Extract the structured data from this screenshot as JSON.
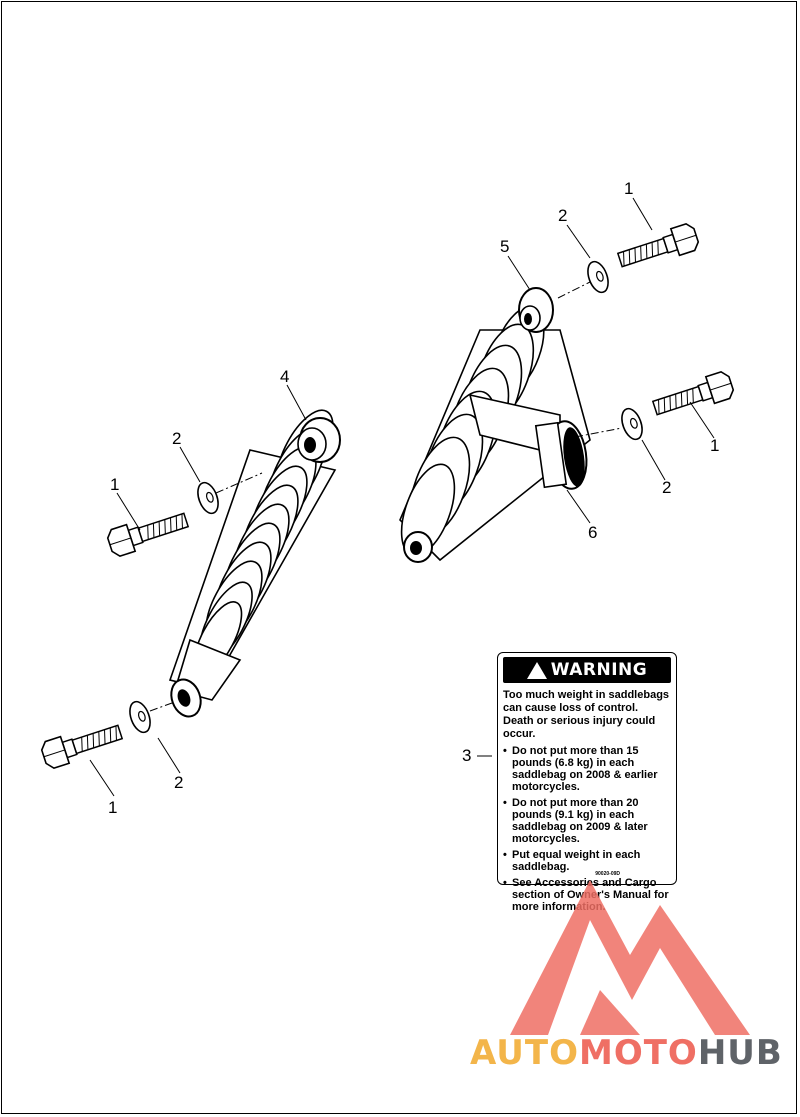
{
  "callouts": {
    "bolt_top_right": "1",
    "washer_top_right": "2",
    "bushing_right": "5",
    "spacer_left": "4",
    "washer_left_upper": "2",
    "bolt_left_upper": "1",
    "bolt_right_lower": "1",
    "washer_right_lower": "2",
    "adjuster_knob": "6",
    "bolt_left_lower": "1",
    "washer_left_lower": "2",
    "warning_label": "3"
  },
  "warning_label": {
    "heading": "WARNING",
    "intro": "Too much weight in saddlebags can cause loss of control.  Death or serious injury could occur.",
    "bullets": [
      "Do not put more than 15 pounds (6.8 kg) in each saddlebag on 2008 & earlier motorcycles.",
      "Do not put more than 20 pounds (9.1 kg) in each saddlebag on 2009 & later motorcycles.",
      "Put equal weight in each saddlebag.",
      "See Accessories and Cargo section of Owner's Manual for more information."
    ],
    "part_code": "90020-09D"
  },
  "watermark": {
    "brand_part1": "AUTO",
    "brand_part2": "MOTO",
    "brand_part3": "HUB",
    "colors": {
      "auto": "#f3b54a",
      "moto": "#ef6f64",
      "hub": "#5f6368",
      "logo": "#ef6f64"
    }
  }
}
